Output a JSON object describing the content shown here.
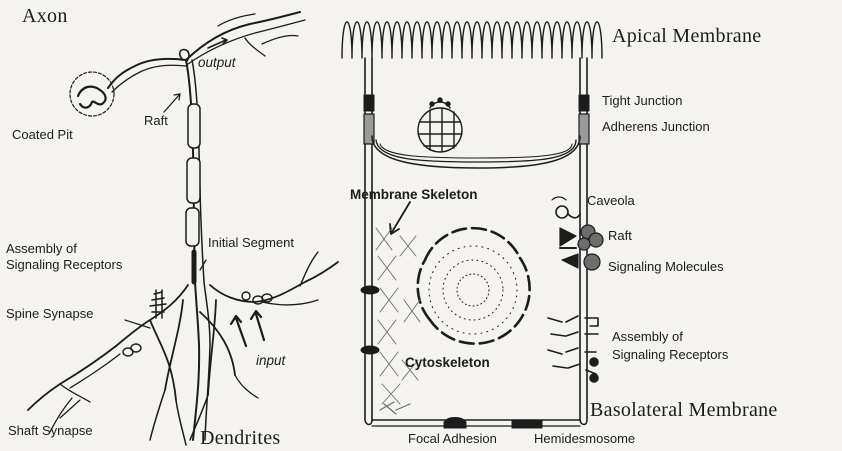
{
  "labels": {
    "axon": "Axon",
    "output": "output",
    "coated_pit": "Coated Pit",
    "raft_left": "Raft",
    "initial_segment": "Initial Segment",
    "assembly_left_1": "Assembly of",
    "assembly_left_2": "Signaling Receptors",
    "spine_synapse": "Spine Synapse",
    "input": "input",
    "shaft_synapse": "Shaft Synapse",
    "dendrites": "Dendrites",
    "apical_membrane": "Apical Membrane",
    "tight_junction": "Tight Junction",
    "adherens_junction": "Adherens Junction",
    "membrane_skeleton": "Membrane Skeleton",
    "caveola": "Caveola",
    "raft_right": "Raft",
    "signaling_molecules": "Signaling Molecules",
    "cytoskeleton": "Cytoskeleton",
    "assembly_right_1": "Assembly of",
    "assembly_right_2": "Signaling Receptors",
    "basolateral_membrane": "Basolateral Membrane",
    "focal_adhesion": "Focal Adhesion",
    "hemidesmosome": "Hemidesmosome"
  },
  "colors": {
    "background": "#f4f3ef",
    "ink": "#1c1c1c"
  }
}
